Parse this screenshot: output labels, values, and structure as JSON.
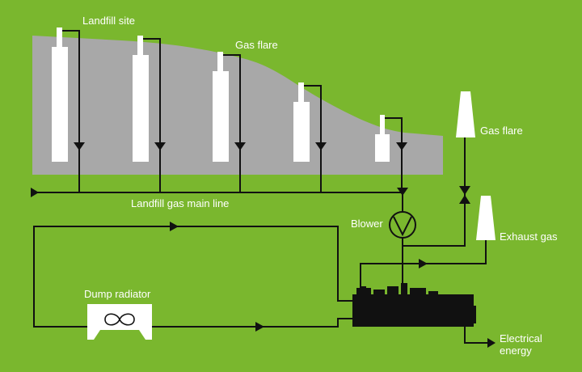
{
  "colors": {
    "background": "#7ab72e",
    "landfill": "#a8a8a8",
    "pipe": "#111111",
    "structure": "#ffffff",
    "text": "#ffffff"
  },
  "labels": {
    "landfill_site": "Landfill site",
    "gas_flare_top": "Gas flare",
    "gas_flare_right": "Gas flare",
    "main_line": "Landfill gas main line",
    "blower": "Blower",
    "exhaust_gas": "Exhaust gas",
    "dump_radiator": "Dump radiator",
    "electrical_energy_1": "Electrical",
    "electrical_energy_2": "energy"
  },
  "icons": {
    "wells": "gas-well-icon",
    "flare": "flare-stack-icon",
    "blower": "blower-icon",
    "valve": "valve-icon",
    "radiator": "dump-radiator-icon",
    "engine": "engine-generator-icon"
  }
}
